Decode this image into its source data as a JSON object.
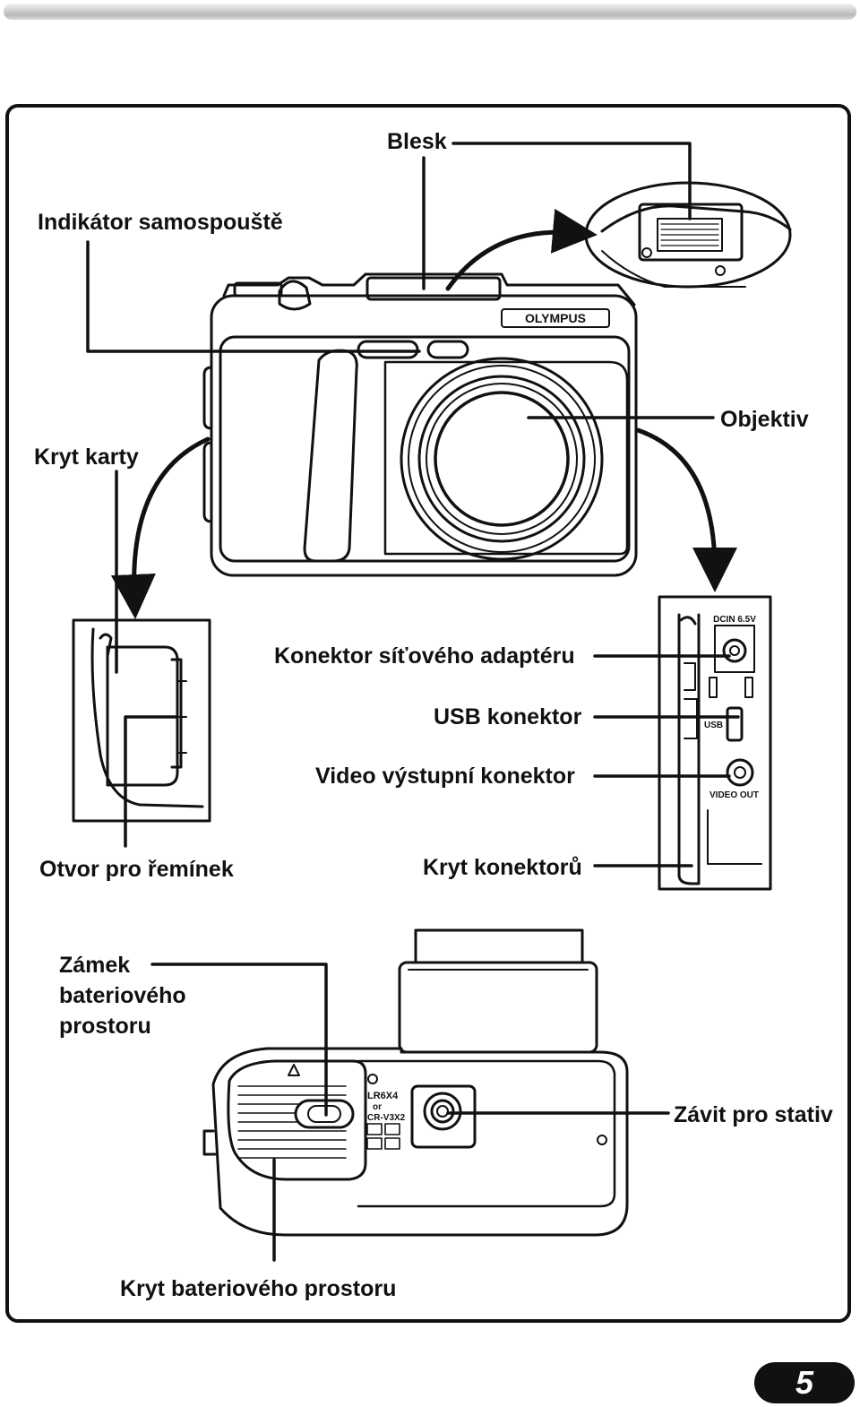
{
  "labels": {
    "flash": "Blesk",
    "self_timer": "Indikátor samospouště",
    "card_cover": "Kryt karty",
    "lens": "Objektiv",
    "ac_adapter": "Konektor síťového adaptéru",
    "usb": "USB konektor",
    "video_out": "Video výstupní konektor",
    "strap_eyelet": "Otvor pro řemínek",
    "connector_cover": "Kryt konektorů",
    "battery_lock": "Zámek bateriového prostoru",
    "tripod": "Závit pro stativ",
    "battery_cover": "Kryt bateriového prostoru"
  },
  "markings": {
    "brand": "OLYMPUS",
    "dcin": "DCIN 6.5V",
    "usb_port": "USB",
    "video_port": "VIDEO OUT",
    "battery_1": "LR6X4",
    "battery_or": "or",
    "battery_2": "CR-V3X2"
  },
  "page_number": "5"
}
